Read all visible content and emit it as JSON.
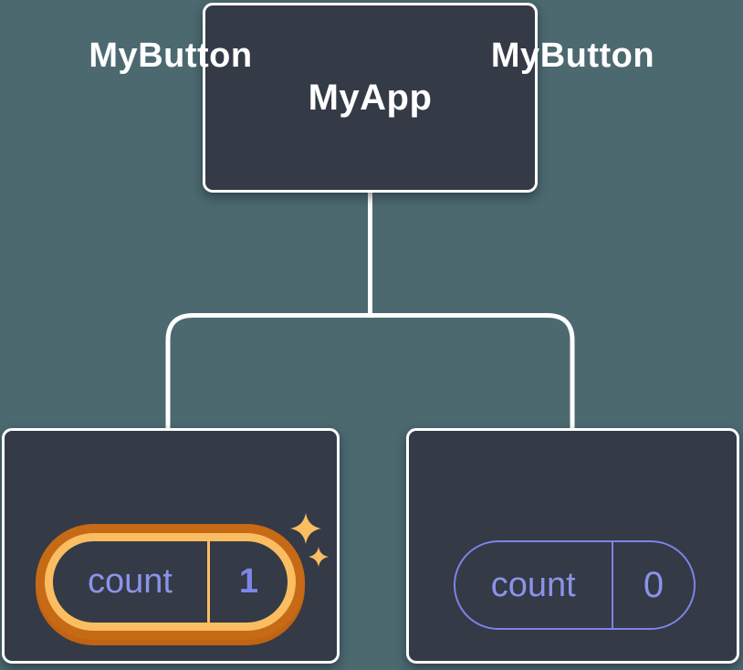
{
  "diagram": {
    "root": {
      "label": "MyApp"
    },
    "children": [
      {
        "label": "MyButton",
        "state": {
          "key": "count",
          "value": "1"
        },
        "highlighted": true
      },
      {
        "label": "MyButton",
        "state": {
          "key": "count",
          "value": "0"
        },
        "highlighted": false
      }
    ],
    "icons": {
      "sparkles": "four-point-sparkles"
    },
    "colors": {
      "background": "#4C6970",
      "node_fill": "#343A46",
      "node_border": "#FFFFFF",
      "connector": "#FFFFFF",
      "highlight_ring_outer": "#C76A15",
      "highlight_ring_inner": "#FABD62",
      "state_text": "#8B93E8",
      "state_value_highlight": "#7E86E8",
      "state_pill_border": "#7C84E6",
      "sparkle": "#FABD62"
    }
  }
}
